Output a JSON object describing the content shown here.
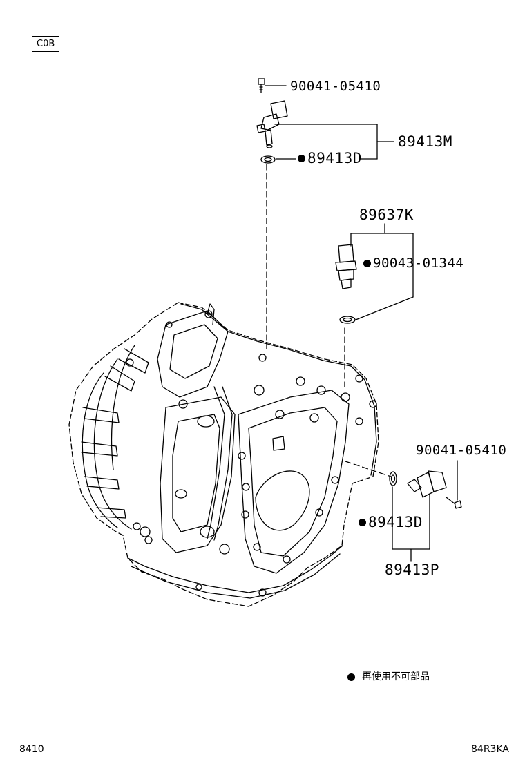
{
  "header": {
    "section_code": "C0B"
  },
  "callouts": {
    "bolt_top": "90041-05410",
    "sensor_top_assy": "89413M",
    "oring_top": "89413D",
    "switch_assy": "89637K",
    "switch_gasket": "90043-01344",
    "bolt_side": "90041-05410",
    "oring_side": "89413D",
    "sensor_side_assy": "89413P"
  },
  "legend": {
    "text": "再使用不可部品"
  },
  "footer": {
    "left_code": "8410",
    "right_code": "84R3KA"
  }
}
